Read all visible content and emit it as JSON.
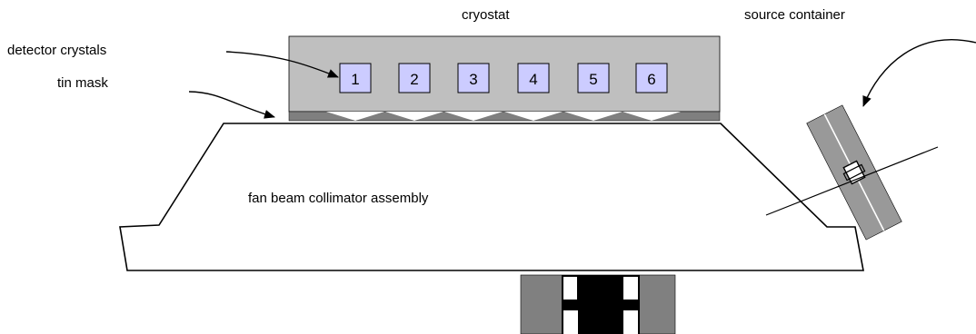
{
  "labels": {
    "cryostat": "cryostat",
    "source_container": "source container",
    "detector_crystals": "detector crystals",
    "tin_mask": "tin mask",
    "collimator": "fan beam collimator assembly"
  },
  "crystals": [
    "1",
    "2",
    "3",
    "4",
    "5",
    "6"
  ],
  "colors": {
    "cryostat": "#bfbfbf",
    "crystal": "#ccccff",
    "mask": "#7f7f7f",
    "source_container": "#999999",
    "mount": "#808080",
    "mount_core": "#000000"
  }
}
